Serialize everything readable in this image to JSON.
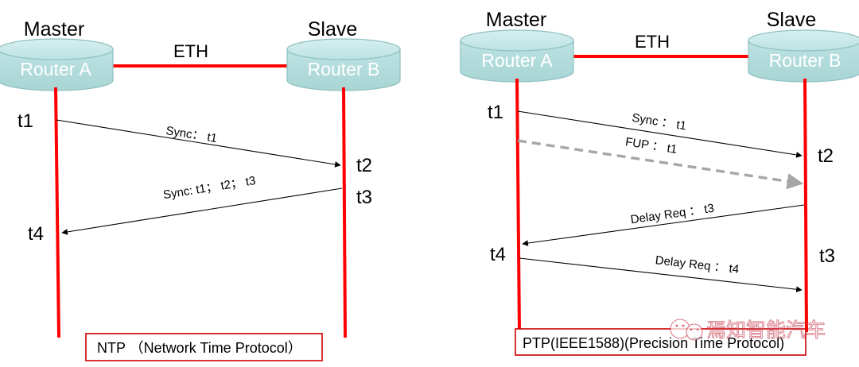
{
  "diagram": {
    "title_semantic": "NTP and PTP clock synchronization sequence diagrams",
    "colors": {
      "link_red": "#ff0000",
      "timeline_red": "#ff0000",
      "cylinder_fill": "#b3dcdc",
      "cylinder_stroke": "#8fbfbf",
      "cylinder_top": "#c8e6e6",
      "arrow_black": "#000000",
      "dashed_gray": "#a6a6a6",
      "caption_border": "#cc0000",
      "watermark": "#c9485b"
    }
  },
  "panels": [
    {
      "id": "ntp",
      "master": {
        "role_label": "Master",
        "device_label": "Router A"
      },
      "slave": {
        "role_label": "Slave",
        "device_label": "Router  B"
      },
      "link_label": "ETH",
      "timestamps": [
        {
          "id": "t1",
          "label": "t1",
          "side": "master"
        },
        {
          "id": "t2",
          "label": "t2",
          "side": "slave"
        },
        {
          "id": "t3",
          "label": "t3",
          "side": "slave"
        },
        {
          "id": "t4",
          "label": "t4",
          "side": "master"
        }
      ],
      "messages": [
        {
          "id": "msg-sync-1",
          "name": "Sync",
          "separator": "：",
          "payload": "t1",
          "label": "Sync： t1",
          "direction": "master-to-slave",
          "style": "solid"
        },
        {
          "id": "msg-sync-2",
          "name": "Sync",
          "separator": ":",
          "payload": "t1； t2； t3",
          "label": "Sync: t1； t2； t3",
          "direction": "slave-to-master",
          "style": "solid"
        }
      ],
      "caption": "NTP （Network Time Protocol）"
    },
    {
      "id": "ptp",
      "master": {
        "role_label": "Master",
        "device_label": "Router A"
      },
      "slave": {
        "role_label": "Slave",
        "device_label": "Router  B"
      },
      "link_label": "ETH",
      "timestamps": [
        {
          "id": "t1",
          "label": "t1",
          "side": "master"
        },
        {
          "id": "t2",
          "label": "t2",
          "side": "slave"
        },
        {
          "id": "t4",
          "label": "t4",
          "side": "master"
        },
        {
          "id": "t3",
          "label": "t3",
          "side": "slave"
        }
      ],
      "messages": [
        {
          "id": "msg-sync",
          "name": "Sync",
          "separator": "：",
          "payload": "t1",
          "label": "Sync ： t1",
          "direction": "master-to-slave",
          "style": "solid"
        },
        {
          "id": "msg-fup",
          "name": "FUP",
          "separator": "：",
          "payload": "t1",
          "label": "FUP ： t1",
          "direction": "master-to-slave",
          "style": "dashed"
        },
        {
          "id": "msg-delay-req-t3",
          "name": "Delay Req",
          "separator": "：",
          "payload": "t3",
          "label": "Delay Req ： t3",
          "direction": "slave-to-master",
          "style": "solid"
        },
        {
          "id": "msg-delay-req-t4",
          "name": "Delay Req",
          "separator": "：",
          "payload": "t4",
          "label": "Delay Req ： t4",
          "direction": "master-to-slave",
          "style": "solid"
        }
      ],
      "caption": "PTP(IEEE1588)(Precision Time Protocol)"
    }
  ],
  "watermark": {
    "text": "焉知智能汽车",
    "icon": "smiley-circle-logo"
  }
}
